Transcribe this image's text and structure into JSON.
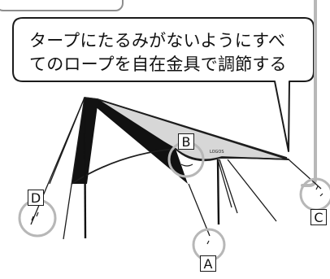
{
  "instruction": {
    "line1": "タープにたるみがないようにすべ",
    "line2": "てのロープを自在金具で調節する"
  },
  "callouts": {
    "a": "A",
    "b": "B",
    "c": "C",
    "d": "D"
  },
  "brand": "LOGOS"
}
